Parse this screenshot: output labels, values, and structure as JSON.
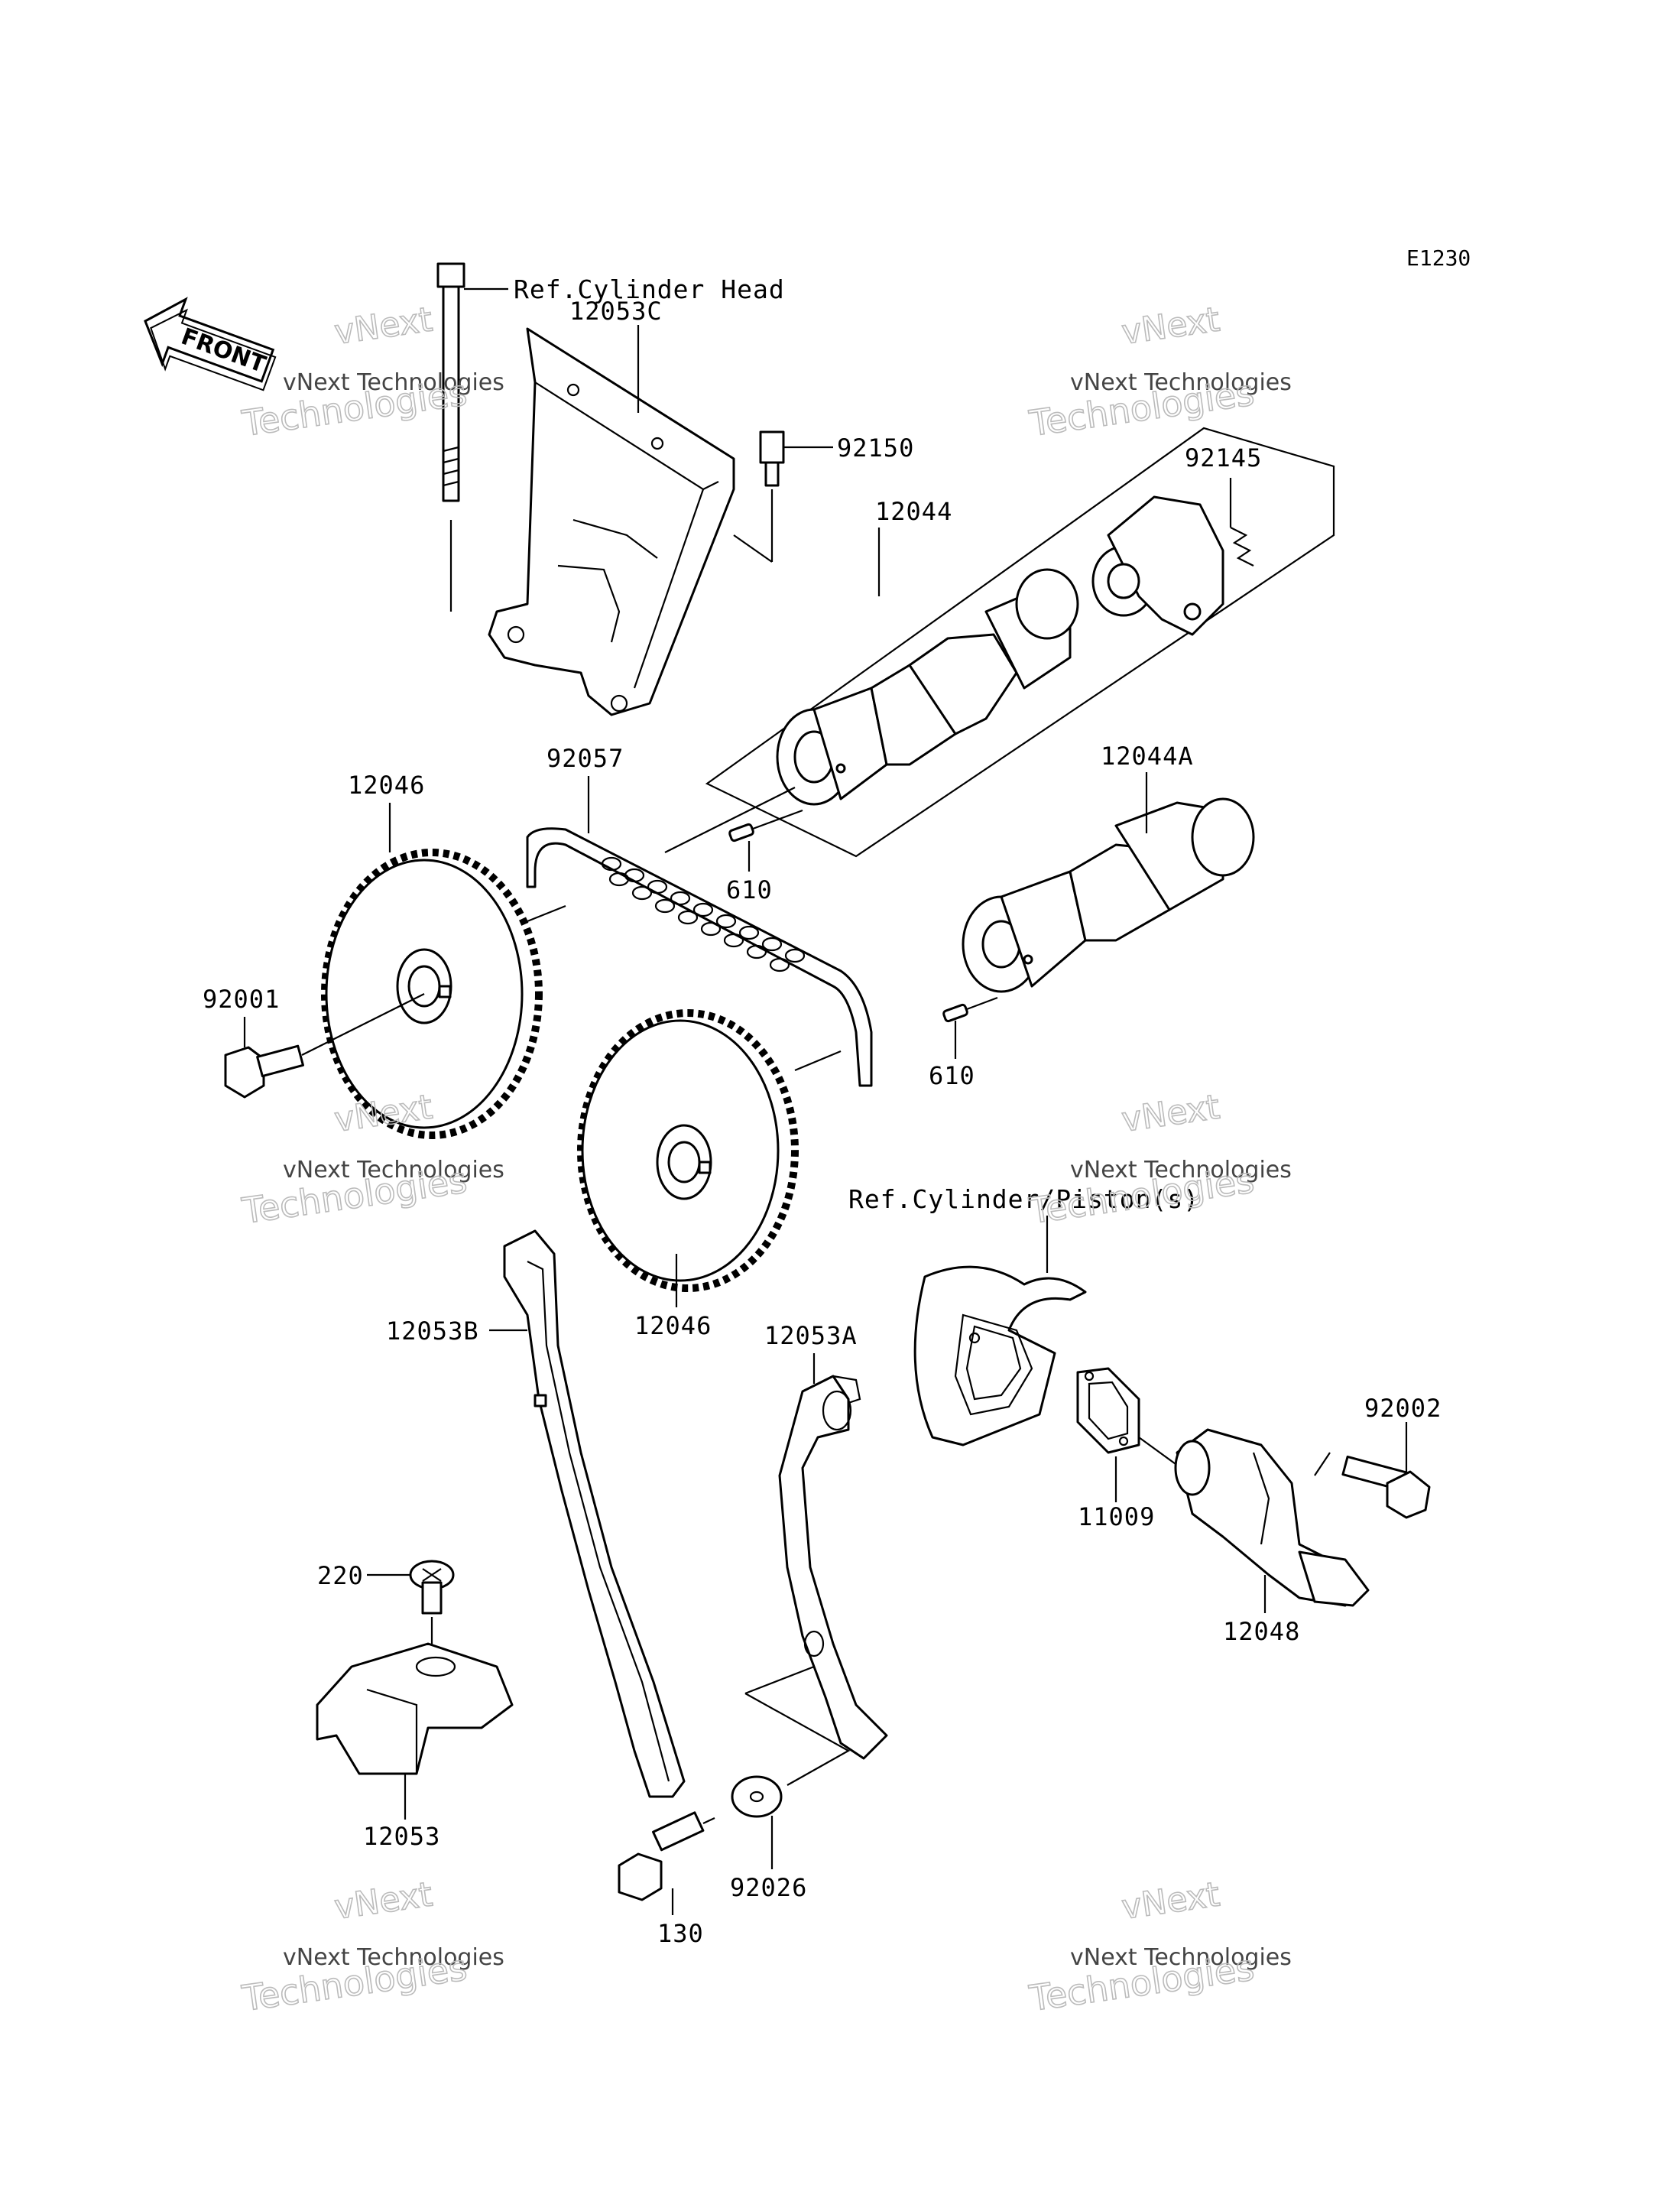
{
  "diagram_code": "E1230",
  "front_label": "FRONT",
  "refs": {
    "cylinder_head": "Ref.Cylinder Head",
    "cylinder_piston": "Ref.Cylinder/Piston(s)"
  },
  "watermark": {
    "brand": "vNext",
    "line1": "vNext Technologies",
    "line2": "Technologies"
  },
  "parts": {
    "p12053C": "12053C",
    "p92150": "92150",
    "p92145": "92145",
    "p12044": "12044",
    "p12044A": "12044A",
    "p92057": "92057",
    "p12046_top": "12046",
    "p12046_bottom": "12046",
    "p92001": "92001",
    "p610_top": "610",
    "p610_bottom": "610",
    "p12053B": "12053B",
    "p12053A": "12053A",
    "p92002": "92002",
    "p11009": "11009",
    "p12048": "12048",
    "p220": "220",
    "p12053": "12053",
    "p130": "130",
    "p92026": "92026"
  }
}
